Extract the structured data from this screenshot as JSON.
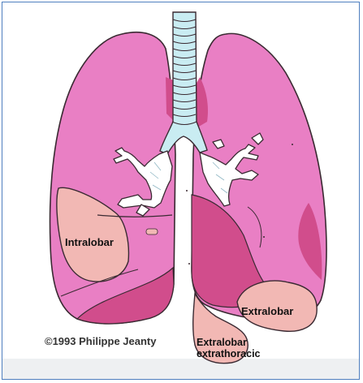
{
  "diagram": {
    "labels": {
      "intralobar": "Intralobar",
      "extralobar": "Extralobar",
      "extralobar_extrathoracic_line1": "Extralobar",
      "extralobar_extrathoracic_line2": "extrathoracic"
    },
    "copyright": "©1993 Philippe Jeanty",
    "colors": {
      "lung": "#e97fc4",
      "lung_dark": "#d14d8c",
      "sequestration": "#f2b8b4",
      "trachea": "#c9ecf2",
      "outline": "#3a2a32"
    }
  }
}
